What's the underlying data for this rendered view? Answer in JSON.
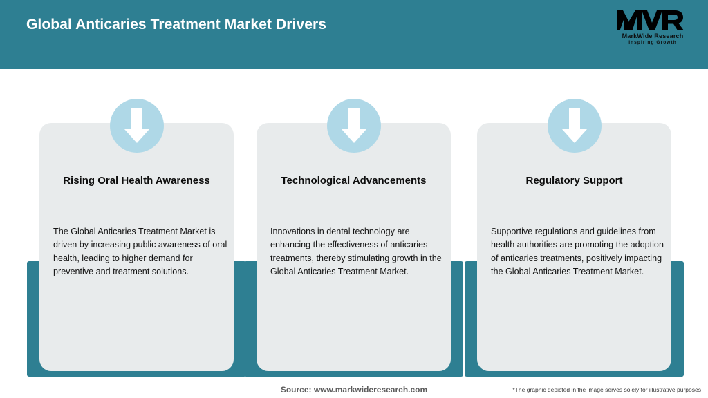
{
  "header": {
    "title": "Global Anticaries Treatment Market Drivers",
    "bar_color": "#2E7F92",
    "title_color": "#FFFFFF"
  },
  "logo": {
    "mark": "MWR",
    "name": "MarkWide Research",
    "tagline": "Inspiring Growth"
  },
  "theme": {
    "accent": "#2E7F92",
    "card_bg": "#E8EBEC",
    "icon_circle": "#AFD8E7",
    "arrow": "#FFFFFF",
    "page_bg": "#FFFFFF"
  },
  "cards": [
    {
      "icon": "arrow-down-icon",
      "heading": "Rising Oral Health Awareness",
      "body": "The Global Anticaries Treatment Market is driven by increasing public awareness of oral health, leading to higher demand for preventive and treatment solutions."
    },
    {
      "icon": "arrow-down-icon",
      "heading": "Technological Advancements",
      "body": "Innovations in dental technology are enhancing the effectiveness of anticaries treatments, thereby stimulating growth in the Global Anticaries Treatment Market."
    },
    {
      "icon": "arrow-down-icon",
      "heading": "Regulatory Support",
      "body": "Supportive regulations and guidelines from health authorities are promoting the adoption of anticaries treatments, positively impacting the Global Anticaries Treatment Market."
    }
  ],
  "footer": {
    "source": "Source: www.markwideresearch.com",
    "disclaimer": "*The graphic depicted in the image serves solely for illustrative purposes"
  }
}
